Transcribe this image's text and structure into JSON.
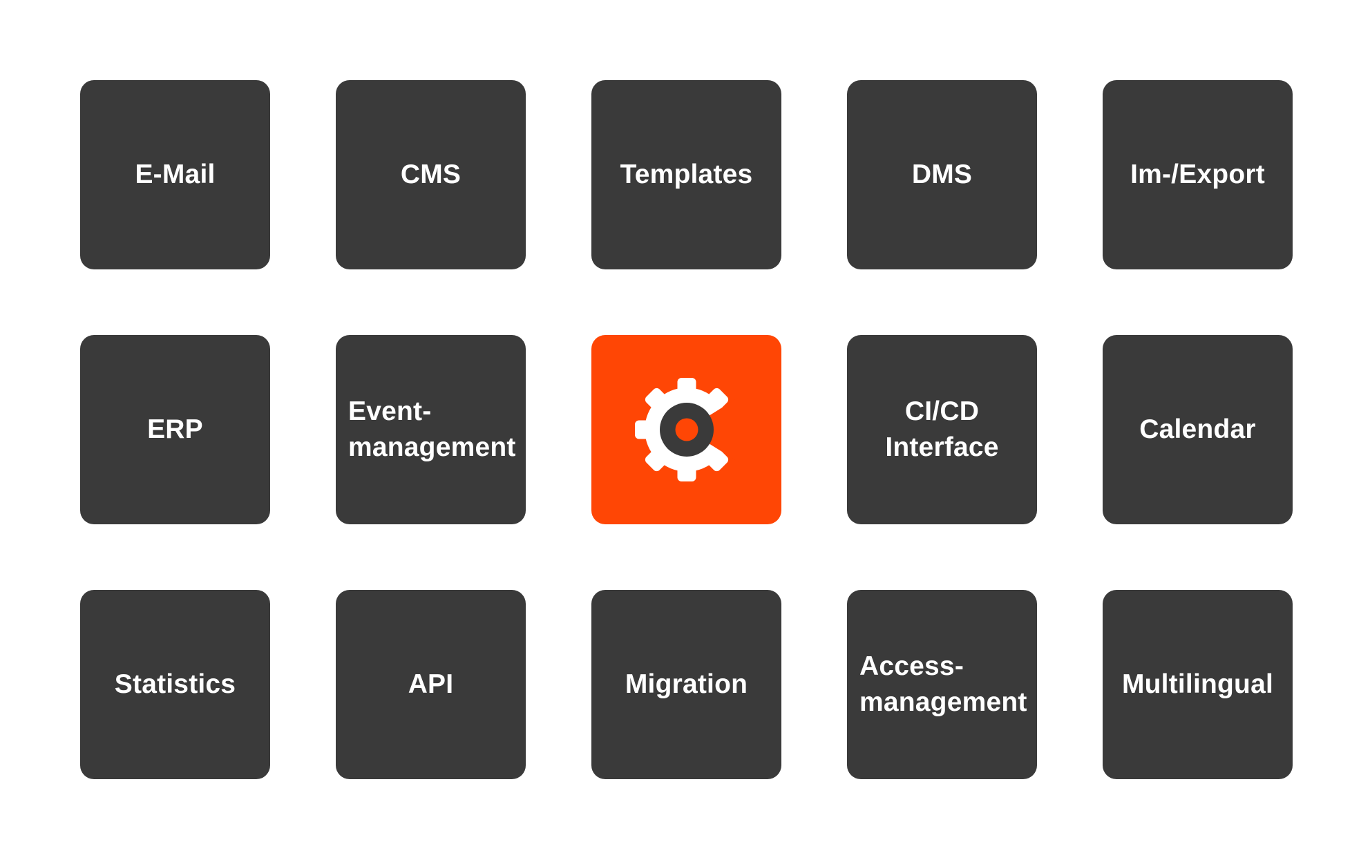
{
  "page": {
    "background": "#ffffff",
    "description_colors": {
      "tile_dark": "#3a3a3a",
      "tile_accent_orange": "#ff4605",
      "label_text": "#ffffff",
      "gear_icon_white": "#ffffff",
      "gear_core_dark": "#3a3a3a"
    },
    "grid": {
      "rows": 3,
      "columns": 5
    }
  },
  "tiles": [
    {
      "label": "E-Mail",
      "variant": "dark",
      "align": "center"
    },
    {
      "label": "CMS",
      "variant": "dark",
      "align": "center"
    },
    {
      "label": "Templates",
      "variant": "dark",
      "align": "center"
    },
    {
      "label": "DMS",
      "variant": "dark",
      "align": "center"
    },
    {
      "label": "Im-/Export",
      "variant": "dark",
      "align": "center"
    },
    {
      "label": "ERP",
      "variant": "dark",
      "align": "center"
    },
    {
      "label": "Event-management",
      "variant": "dark",
      "align": "left"
    },
    {
      "label": "",
      "variant": "accent",
      "align": "center",
      "icon": "gear-c-logo-icon"
    },
    {
      "label": "CI/CD Interface",
      "variant": "dark",
      "align": "center"
    },
    {
      "label": "Calendar",
      "variant": "dark",
      "align": "center"
    },
    {
      "label": "Statistics",
      "variant": "dark",
      "align": "center"
    },
    {
      "label": "API",
      "variant": "dark",
      "align": "center"
    },
    {
      "label": "Migration",
      "variant": "dark",
      "align": "center"
    },
    {
      "label": "Access-management",
      "variant": "dark",
      "align": "left"
    },
    {
      "label": "Multilingual",
      "variant": "dark",
      "align": "center"
    }
  ]
}
